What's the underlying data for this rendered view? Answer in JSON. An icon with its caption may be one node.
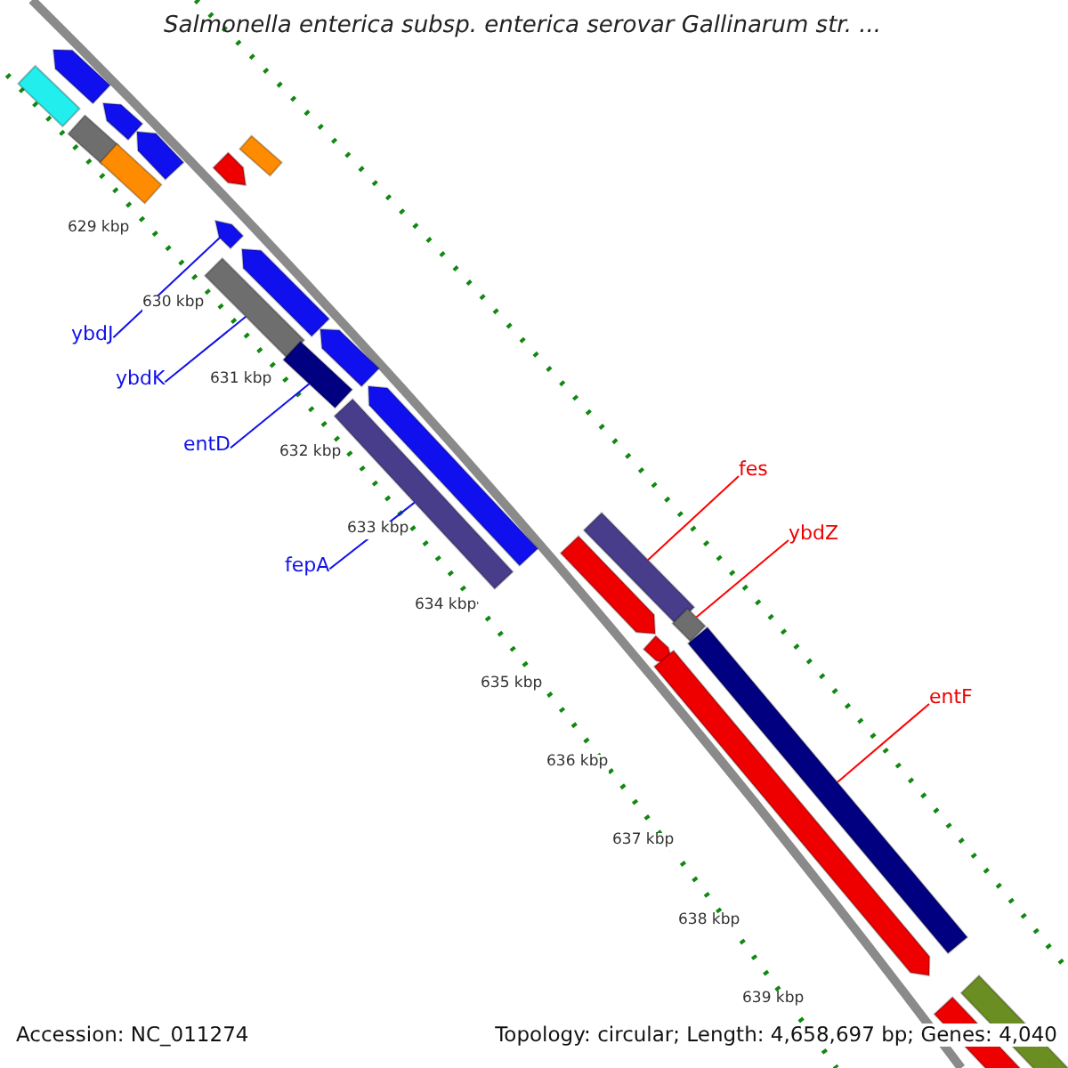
{
  "diagram": {
    "title": "Salmonella enterica subsp. enterica serovar Gallinarum str. ...",
    "nodes": [
      {
        "text": [
          "ybdJ"
        ]
      },
      {
        "text": [
          "ybdK"
        ]
      },
      {
        "text": [
          "entD"
        ]
      },
      {
        "text": [
          "fepA"
        ]
      },
      {
        "text": [
          "fes"
        ]
      },
      {
        "text": [
          "ybdZ"
        ]
      },
      {
        "text": [
          "entF"
        ]
      },
      {
        "text": [],
        "shape": "bar"
      },
      {
        "text": [],
        "shape": "pentagon"
      },
      {
        "text": [],
        "shape": "pentagon"
      },
      {
        "text": [],
        "shape": "bar"
      },
      {
        "text": [],
        "shape": "pentagon"
      },
      {
        "text": [],
        "shape": "bar"
      },
      {
        "text": [],
        "shape": "bar"
      },
      {
        "text": [],
        "shape": "pentagon"
      },
      {
        "text": [],
        "shape": "pentagon"
      },
      {
        "text": [],
        "shape": "bar"
      },
      {
        "text": [],
        "shape": "pentagon"
      },
      {
        "text": [],
        "shape": "pentagon"
      },
      {
        "text": [],
        "shape": "bar"
      },
      {
        "text": [],
        "shape": "pentagon"
      },
      {
        "text": [],
        "shape": "bar"
      },
      {
        "text": [],
        "shape": "bar"
      },
      {
        "text": [],
        "shape": "pentagon"
      },
      {
        "text": [],
        "shape": "bar"
      },
      {
        "text": [],
        "shape": "pentagon"
      },
      {
        "text": [],
        "shape": "bar"
      },
      {
        "text": [],
        "shape": "pentagon"
      },
      {
        "text": [],
        "shape": "bar"
      },
      {
        "text": [],
        "shape": "bar"
      }
    ],
    "edges": [
      {
        "from": 0,
        "to": 15,
        "arrow": "none"
      },
      {
        "from": 1,
        "to": 16,
        "arrow": "none"
      },
      {
        "from": 2,
        "to": 19,
        "arrow": "none"
      },
      {
        "from": 3,
        "to": 21,
        "arrow": "none"
      },
      {
        "from": 4,
        "to": 22,
        "arrow": "none",
        "color": "#ff0000"
      },
      {
        "from": 5,
        "to": 24,
        "arrow": "none",
        "color": "#ff0000"
      },
      {
        "from": 6,
        "to": 26,
        "arrow": "none",
        "color": "#ff0000"
      }
    ],
    "labels": [
      "629 kbp",
      "630 kbp",
      "631 kbp",
      "632 kbp",
      "633 kbp",
      "634 kbp",
      "635 kbp",
      "636 kbp",
      "637 kbp",
      "638 kbp",
      "639 kbp",
      "Accession: NC_011274",
      "Topology: circular; Length: 4,658,697 bp; Genes: 4,040"
    ]
  }
}
